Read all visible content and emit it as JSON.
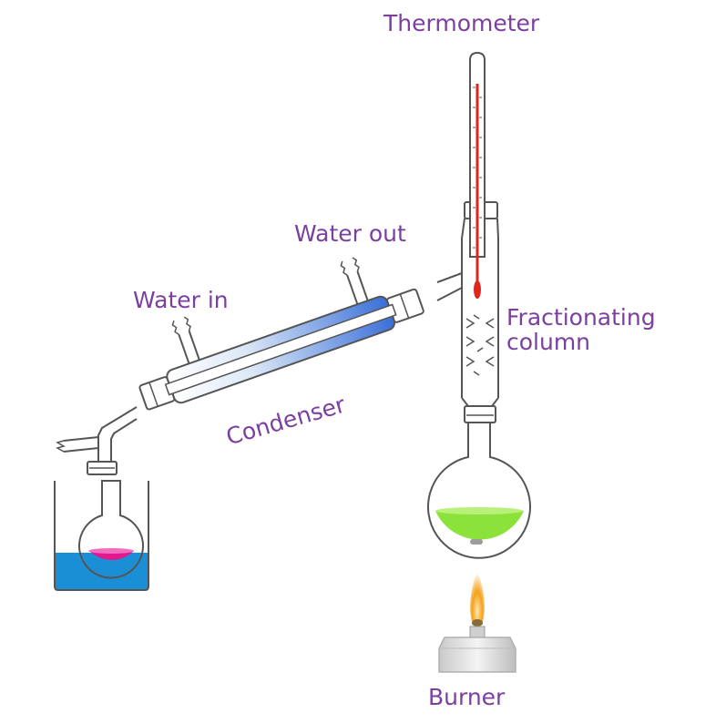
{
  "labels": {
    "thermometer": "Thermometer",
    "water_out": "Water out",
    "water_in": "Water in",
    "fractionating_column": "Fractionating\ncolumn",
    "condenser": "Condenser",
    "burner": "Burner"
  },
  "colors": {
    "label_text": "#7b3fa0",
    "glass_outline": "#555555",
    "condenser_water": "#3a6fd8",
    "distillate_liquid": "#e0198f",
    "ice_bath_water": "#1b8fd6",
    "mixture_liquid": "#8be23a",
    "thermometer_mercury": "#e0251b",
    "flame": "#f5a11a"
  }
}
